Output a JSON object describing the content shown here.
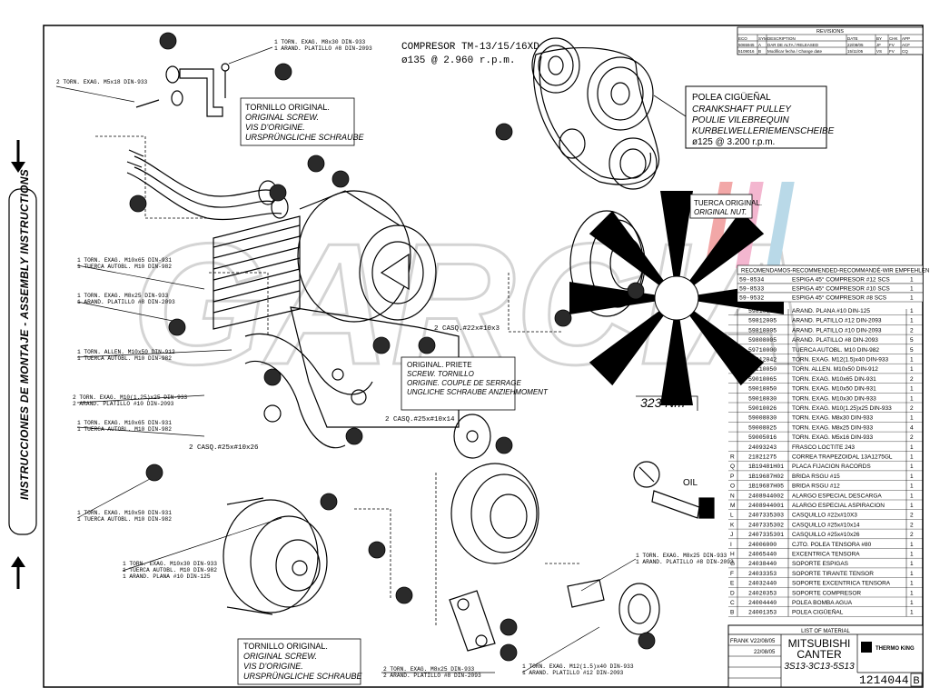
{
  "side_label": "INSTRUCCIONES DE MONTAJE - ASSEMBLY INSTRUCTIONS",
  "watermark": "GARCIA",
  "compressor": {
    "title": "COMPRESOR TM-13/15/16XD",
    "spec": "ø135 @ 2.960 r.p.m."
  },
  "pulley": {
    "lines": [
      "POLEA CIGÜEÑAL",
      "CRANKSHAFT PULLEY",
      "POULIE VILEBREQUIN",
      "KURBELWELLERIEMENSCHEIBE",
      "ø125 @ 3.200 r.p.m."
    ]
  },
  "nut_label": [
    "TUERCA ORIGINAL.",
    "ORIGINAL NUT."
  ],
  "screw_top": [
    "TORNILLO ORIGINAL.",
    "ORIGINAL SCREW.",
    "VIS D'ORIGINE.",
    "URSPRÜNGLICHE SCHRAUBE"
  ],
  "screw_bottom": [
    "TORNILLO ORIGINAL.",
    "ORIGINAL SCREW.",
    "VIS D'ORIGINE.",
    "URSPRÜNGLICHE SCHRAUBE"
  ],
  "torque": {
    "lines": [
      "ORIGINAL. PRIETE",
      "SCREW. TORNILLO",
      "ORIGINE. COUPLE DE SERRAGE",
      "UNGLICHE SCHRAUBE ANZIEHMOMENT"
    ],
    "value": "323 Nm"
  },
  "oil_label": "OIL",
  "callouts": [
    [
      "1 TORN. EXAG. M8x30 DIN-933",
      "1 ARAND. PLATILLO #8 DIN-2093"
    ],
    [
      "2 TORN. EXAG. M5x18 DIN-933"
    ],
    [
      "1 TORN. EXAG. M10x65 DIN-931",
      "1 TUERCA AUTOBL. M10 DIN-982"
    ],
    [
      "1 TORN. EXAG. M8x25 DIN-933",
      "1 ARAND. PLATILLO #8 DIN-2093"
    ],
    [
      "1 TORN. ALLEN. M10x50 DIN-912",
      "1 TUERCA AUTOBL. M10 DIN-982"
    ],
    [
      "2 TORN. EXAG. M10(1.25)x25 DIN-933",
      "2 ARAND. PLATILLO #10 DIN-2093"
    ],
    [
      "1 TORN. EXAG. M10x65 DIN-931",
      "1 TUERCA AUTOBL. M10 DIN-982"
    ],
    [
      "1 TORN. EXAG. M10x50 DIN-931",
      "1 TUERCA AUTOBL. M10 DIN-982"
    ],
    [
      "1 TORN. EXAG. M10x30 DIN-933",
      "1 TUERCA AUTOBL. M10 DIN-982",
      "1 ARAND. PLANA #10 DIN-125"
    ],
    [
      "2 TORN. EXAG. M8x25 DIN-933",
      "2 ARAND. PLATILLO #8 DIN-2093"
    ],
    [
      "1 TORN. EXAG. M12(1.5)x40 DIN-933",
      "1 ARAND. PLATILLO #12 DIN-2093"
    ],
    [
      "1 TORN. EXAG. M8x25 DIN-933",
      "1 ARAND. PLATILLO #8 DIN-2093"
    ]
  ],
  "small_labels": [
    "2 CASQ.#22x#10x3",
    "2 CASQ.#25x#10x14",
    "2 CASQ.#25x#10x26"
  ],
  "revisions": {
    "title": "REVISIONS",
    "headers": [
      "ECO",
      "SYM",
      "DESCRIPTION",
      "DATE",
      "BY",
      "CHK",
      "APP"
    ],
    "rows": [
      [
        "5065945",
        "A",
        "DAR DE ALTA / RELEASED",
        "22/08/05",
        "JF",
        "FV",
        "ACF"
      ],
      [
        "5109016",
        "B",
        "Modificar fecha / Change date",
        "15/11/05",
        "VS",
        "FV",
        "CQ"
      ]
    ]
  },
  "recommended": {
    "title": "RECOMENDAMOS-RECOMMENDED-RECOMMANDÉ-WIR EMPFEHLEN",
    "rows": [
      [
        "59-8534",
        "ESPIGA 45° COMPRESOR #12 SCS",
        "1"
      ],
      [
        "59-8533",
        "ESPIGA 45° COMPRESOR #10 SCS",
        "1"
      ],
      [
        "59-9532",
        "ESPIGA 45° COMPRESOR #8 SCS",
        "1"
      ]
    ]
  },
  "bom": [
    [
      "",
      "59810000",
      "ARAND. PLANA #10 DIN-125",
      "1"
    ],
    [
      "",
      "59812005",
      "ARAND. PLATILLO #12 DIN-2093",
      "1"
    ],
    [
      "",
      "59810005",
      "ARAND. PLATILLO #10 DIN-2093",
      "2"
    ],
    [
      "",
      "59808005",
      "ARAND. PLATILLO #8 DIN-2093",
      "5"
    ],
    [
      "",
      "59710000",
      "TUERCA AUTOBL. M10 DIN-982",
      "5"
    ],
    [
      "",
      "59012042",
      "TORN. EXAG. M12(1.5)x40 DIN-933",
      "1"
    ],
    [
      "",
      "59110050",
      "TORN. ALLEN. M10x50 DIN-912",
      "1"
    ],
    [
      "",
      "59010065",
      "TORN. EXAG. M10x65 DIN-931",
      "2"
    ],
    [
      "",
      "59010050",
      "TORN. EXAG. M10x50 DIN-931",
      "1"
    ],
    [
      "",
      "59010030",
      "TORN. EXAG. M10x30 DIN-933",
      "1"
    ],
    [
      "",
      "59010026",
      "TORN. EXAG. M10(1.25)x25 DIN-933",
      "2"
    ],
    [
      "",
      "59008030",
      "TORN. EXAG. M8x30 DIN-933",
      "1"
    ],
    [
      "",
      "59008025",
      "TORN. EXAG. M8x25 DIN-933",
      "4"
    ],
    [
      "",
      "59005016",
      "TORN. EXAG. M5x16 DIN-933",
      "2"
    ],
    [
      "",
      "24093243",
      "FRASCO LOCTITE 243",
      "1"
    ],
    [
      "R",
      "21821275",
      "CORREA TRAPEZOIDAL 13A1275GL",
      "1"
    ],
    [
      "Q",
      "1B19481H01",
      "PLACA FIJACION RACORDS",
      "1"
    ],
    [
      "P",
      "1B19687H02",
      "BRIDA RSGU #15",
      "1"
    ],
    [
      "O",
      "1B19687H05",
      "BRIDA RSGU #12",
      "1"
    ],
    [
      "N",
      "2408944002",
      "ALARGO ESPECIAL DESCARGA",
      "1"
    ],
    [
      "M",
      "2408944001",
      "ALARGO ESPECIAL ASPIRACION",
      "1"
    ],
    [
      "L",
      "2407335303",
      "CASQUILLO #22x#10X3",
      "2"
    ],
    [
      "K",
      "2407335302",
      "CASQUILLO #25x#10x14",
      "2"
    ],
    [
      "J",
      "2407335301",
      "CASQUILLO #25x#10x26",
      "2"
    ],
    [
      "I",
      "24006000",
      "CJTO. POLEA TENSORA #80",
      "1"
    ],
    [
      "H",
      "24065440",
      "EXCENTRICA TENSORA",
      "1"
    ],
    [
      "G",
      "24038440",
      "SOPORTE ESPIGAS",
      "1"
    ],
    [
      "F",
      "24033353",
      "SOPORTE TIRANTE TENSOR",
      "1"
    ],
    [
      "E",
      "24032440",
      "SOPORTE EXCENTRICA TENSORA",
      "1"
    ],
    [
      "D",
      "24020353",
      "SOPORTE COMPRESOR",
      "1"
    ],
    [
      "C",
      "24004440",
      "POLEA BOMBA AGUA",
      "1"
    ],
    [
      "B",
      "24001353",
      "POLEA CIGÜEÑAL",
      "1"
    ]
  ],
  "title_block": {
    "list_label": "LIST OF MATERIAL",
    "model_line1": "MITSUBISHI",
    "model_line2": "CANTER",
    "model_line3": "3S13-3C13-5S13",
    "drawn_by": "FRANK V.",
    "date1": "22/08/05",
    "date2": "22/08/05",
    "drawing_number": "1214044",
    "revision": "B",
    "logo_text": "THERMO KING"
  }
}
